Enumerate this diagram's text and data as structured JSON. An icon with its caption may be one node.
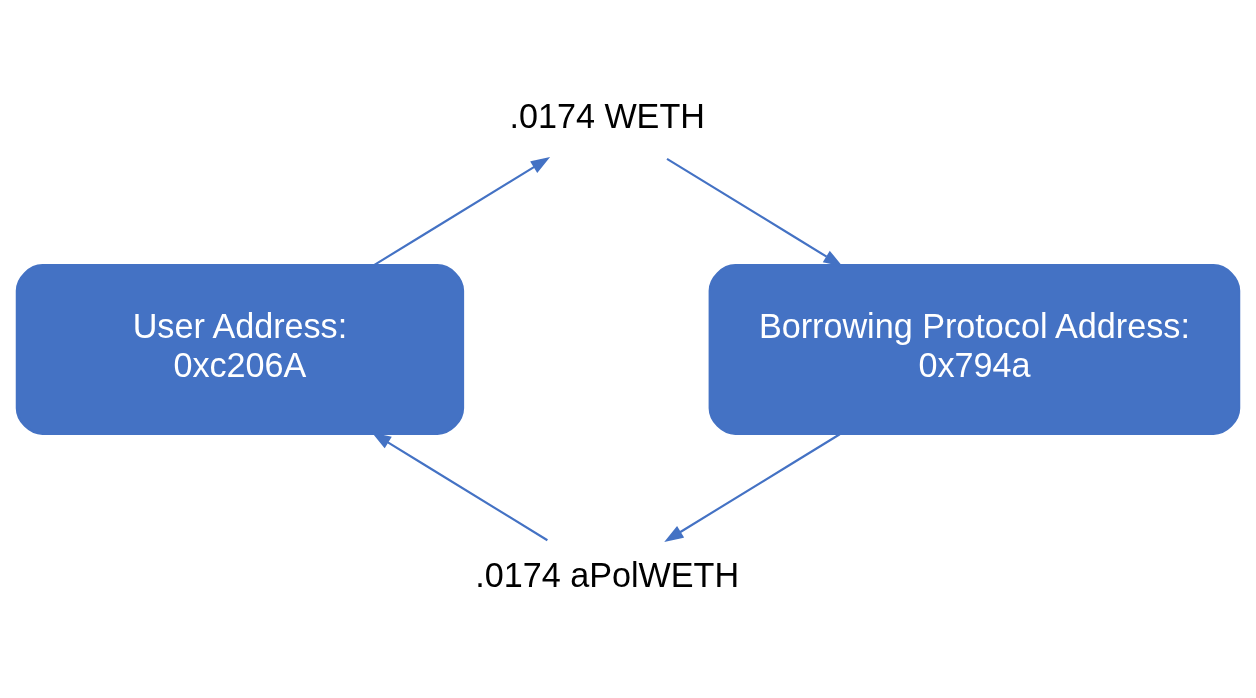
{
  "diagram": {
    "nodes": [
      {
        "text": [
          "User Address:",
          "0xc206A"
        ]
      },
      {
        "text": [
          ".0174 WETH"
        ]
      },
      {
        "text": [
          "Borrowing Protocol Address:",
          "0x794a"
        ]
      },
      {
        "text": [
          ".0174 aPolWETH"
        ]
      }
    ],
    "edges": [
      {
        "from": 0,
        "to": 1,
        "arrow": "to"
      },
      {
        "from": 1,
        "to": 2,
        "arrow": "to"
      },
      {
        "from": 2,
        "to": 3,
        "arrow": "to"
      },
      {
        "from": 3,
        "to": 0,
        "arrow": "to"
      }
    ]
  }
}
